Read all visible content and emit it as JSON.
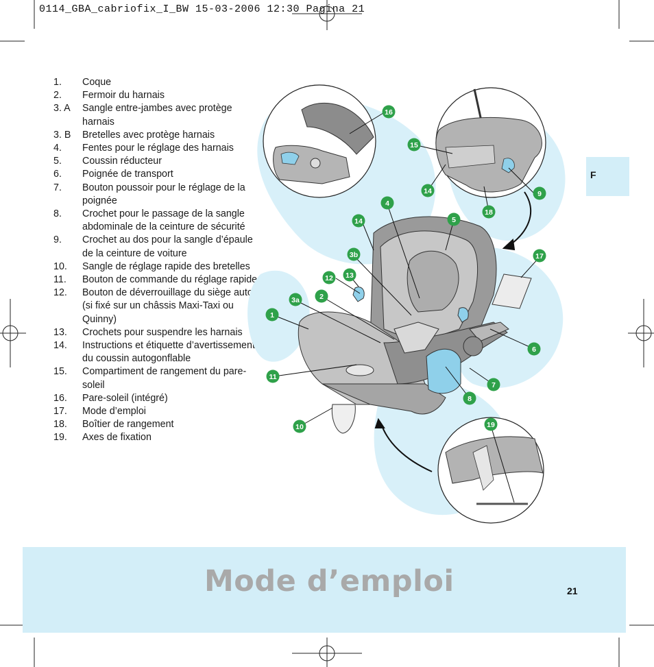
{
  "header": {
    "slug": "0114_GBA_cabriofix_I_BW  15-03-2006  12:30  Pagina 21"
  },
  "parts": [
    {
      "num": "1.",
      "label": "Coque"
    },
    {
      "num": "2.",
      "label": "Fermoir du harnais"
    },
    {
      "num": "3. A",
      "label": "Sangle entre-jambes avec protège harnais"
    },
    {
      "num": "3. B",
      "label": "Bretelles avec protège harnais"
    },
    {
      "num": "4.",
      "label": "Fentes pour le réglage des harnais"
    },
    {
      "num": "5.",
      "label": "Coussin réducteur"
    },
    {
      "num": "6.",
      "label": "Poignée de transport"
    },
    {
      "num": "7.",
      "label": "Bouton poussoir pour le réglage de la poignée"
    },
    {
      "num": "8.",
      "label": "Crochet pour le passage de la sangle abdominale de la ceinture de sécurité"
    },
    {
      "num": "9.",
      "label": "Crochet au dos pour la sangle d’épaule de la ceinture de voiture"
    },
    {
      "num": "10.",
      "label": "Sangle de réglage rapide des bretelles"
    },
    {
      "num": "11.",
      "label": "Bouton de commande du réglage rapide"
    },
    {
      "num": "12.",
      "label": "Bouton de déverrouillage du siège auto (si fixé sur un châssis Maxi-Taxi ou Quinny)"
    },
    {
      "num": "13.",
      "label": "Crochets pour suspendre les harnais"
    },
    {
      "num": "14.",
      "label": "Instructions et étiquette d’avertissement du coussin autogonflable"
    },
    {
      "num": "15.",
      "label": "Compartiment de rangement du pare-soleil"
    },
    {
      "num": "16.",
      "label": "Pare-soleil (intégré)"
    },
    {
      "num": "17.",
      "label": "Mode d’emploi"
    },
    {
      "num": "18.",
      "label": "Boîtier de rangement"
    },
    {
      "num": "19.",
      "label": "Axes de fixation"
    }
  ],
  "side_tab": {
    "label": "F"
  },
  "footer": {
    "title": "Mode d’emploi",
    "page_number": "21"
  },
  "callouts": {
    "c1": "1",
    "c2": "2",
    "c3a": "3a",
    "c3b": "3b",
    "c4": "4",
    "c5": "5",
    "c6": "6",
    "c7": "7",
    "c8": "8",
    "c9": "9",
    "c10": "10",
    "c11": "11",
    "c12": "12",
    "c13": "13",
    "c14a": "14",
    "c14b": "14",
    "c15": "15",
    "c16": "16",
    "c17": "17",
    "c18": "18",
    "c19": "19"
  },
  "colors": {
    "accent_light_blue": "#d3eef8",
    "callout_green": "#2fa14a",
    "highlight_blue": "#8fd0ea",
    "seat_gray": "#a5a5a5"
  }
}
